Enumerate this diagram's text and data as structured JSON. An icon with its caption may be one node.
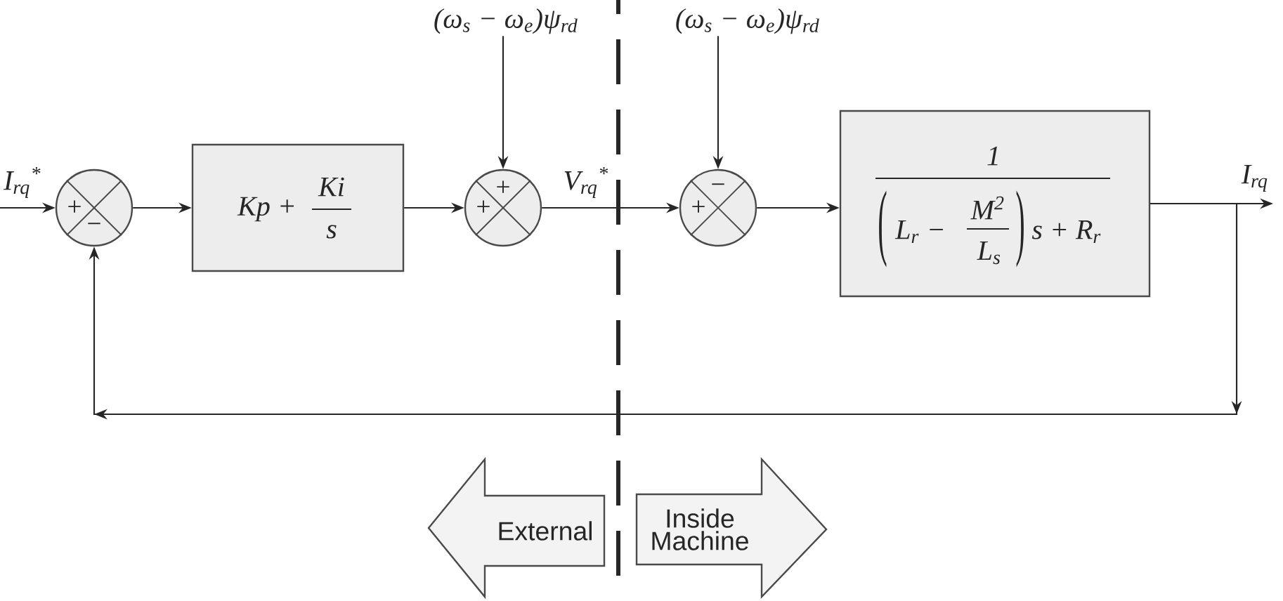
{
  "diagram": {
    "nodes": [
      {
        "text": [
          "(ω$_{s}$ − ω$_{e}$)ψ$_{rd}$"
        ]
      },
      {
        "text": [
          "(ω$_{s}$ − ω$_{e}$)ψ$_{rd}$"
        ]
      },
      {
        "text": [
          "+",
          "−"
        ]
      },
      {
        "text": [
          "Kp +",
          "Ki",
          "s"
        ]
      },
      {
        "text": [
          "+",
          "+"
        ]
      },
      {
        "text": [
          "−",
          "+"
        ]
      },
      {
        "text": [
          "1",
          "(",
          "L$_{r}$ −",
          "M$^{2}$",
          "L$_{s}$",
          ")",
          "s + R$_{r}$"
        ]
      },
      {
        "text": [
          "External"
        ]
      },
      {
        "text": [
          "Inside Machine"
        ]
      }
    ],
    "edges": [
      {
        "from": null,
        "to": 2,
        "arrow": "to",
        "label": "I$_{rq}$$^{*}$"
      },
      {
        "from": 2,
        "to": 3,
        "arrow": "to"
      },
      {
        "from": 3,
        "to": 4,
        "arrow": "to"
      },
      {
        "from": 0,
        "to": 4,
        "arrow": "to"
      },
      {
        "from": 4,
        "to": 5,
        "arrow": "to",
        "label": "V$_{rq}$$^{*}$"
      },
      {
        "from": 1,
        "to": 5,
        "arrow": "to"
      },
      {
        "from": 5,
        "to": 6,
        "arrow": "to"
      },
      {
        "from": 6,
        "to": null,
        "arrow": "to",
        "label": "I$_{rq}$"
      },
      {
        "from": 6,
        "to": 2,
        "arrow": "to"
      }
    ]
  }
}
